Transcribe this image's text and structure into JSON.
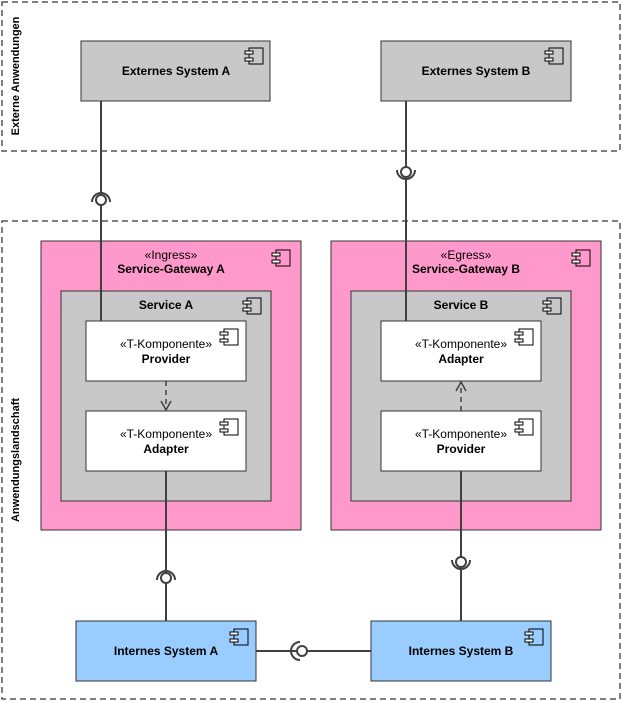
{
  "zones": {
    "external": "Externe Anwendungen",
    "landscape": "Anwendungslandschaft"
  },
  "external_systems": {
    "a": "Externes System A",
    "b": "Externes System B"
  },
  "gateways": {
    "a": {
      "stereotype": "«Ingress»",
      "name": "Service-Gateway A"
    },
    "b": {
      "stereotype": "«Egress»",
      "name": "Service-Gateway B"
    }
  },
  "services": {
    "a": "Service A",
    "b": "Service B"
  },
  "components": {
    "a_top": {
      "stereotype": "«T-Komponente»",
      "name": "Provider"
    },
    "a_bottom": {
      "stereotype": "«T-Komponente»",
      "name": "Adapter"
    },
    "b_top": {
      "stereotype": "«T-Komponente»",
      "name": "Adapter"
    },
    "b_bottom": {
      "stereotype": "«T-Komponente»",
      "name": "Provider"
    }
  },
  "internal_systems": {
    "a": "Internes System A",
    "b": "Internes System B"
  },
  "colors": {
    "gray_box": "#c8c8c8",
    "gateway_pink": "#ff99cc",
    "internal_blue": "#99ccff",
    "line": "#404040"
  }
}
